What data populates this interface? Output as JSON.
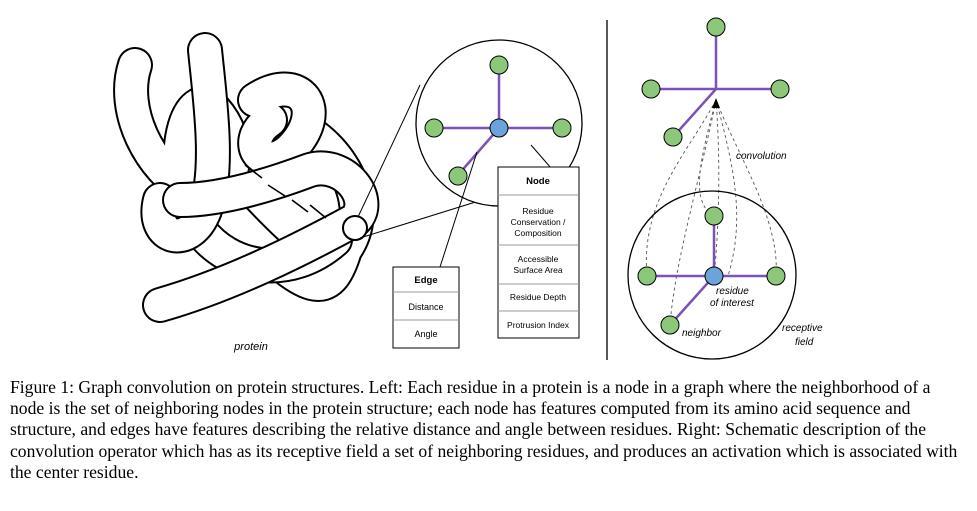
{
  "left_panel": {
    "protein_label": "protein",
    "edge_table": {
      "header": "Edge",
      "rows": [
        "Distance",
        "Angle"
      ]
    },
    "node_table": {
      "header": "Node",
      "rows": [
        [
          "Residue",
          "Conservation /",
          "Composition"
        ],
        [
          "Accessible",
          "Surface Area"
        ],
        [
          "Residue Depth"
        ],
        [
          "Protrusion Index"
        ]
      ]
    }
  },
  "right_panel": {
    "convolution_label": "convolution",
    "residue_label_line1": "residue",
    "residue_label_line2": "of interest",
    "neighbor_label": "neighbor",
    "receptive_label_line1": "receptive",
    "receptive_label_line2": "field"
  },
  "colors": {
    "node_green": "#8dc87a",
    "node_blue": "#6ca3dc",
    "edge_purple": "#7b52b8"
  },
  "caption": "Figure 1: Graph convolution on protein structures. Left: Each residue in a protein is a node in a graph where the neighborhood of a node is the set of neighboring nodes in the protein structure; each node has features computed from its amino acid sequence and structure, and edges have features describing the relative distance and angle between residues. Right: Schematic description of the convolution operator which has as its receptive field a set of neighboring residues, and produces an activation which is associated with the center residue."
}
